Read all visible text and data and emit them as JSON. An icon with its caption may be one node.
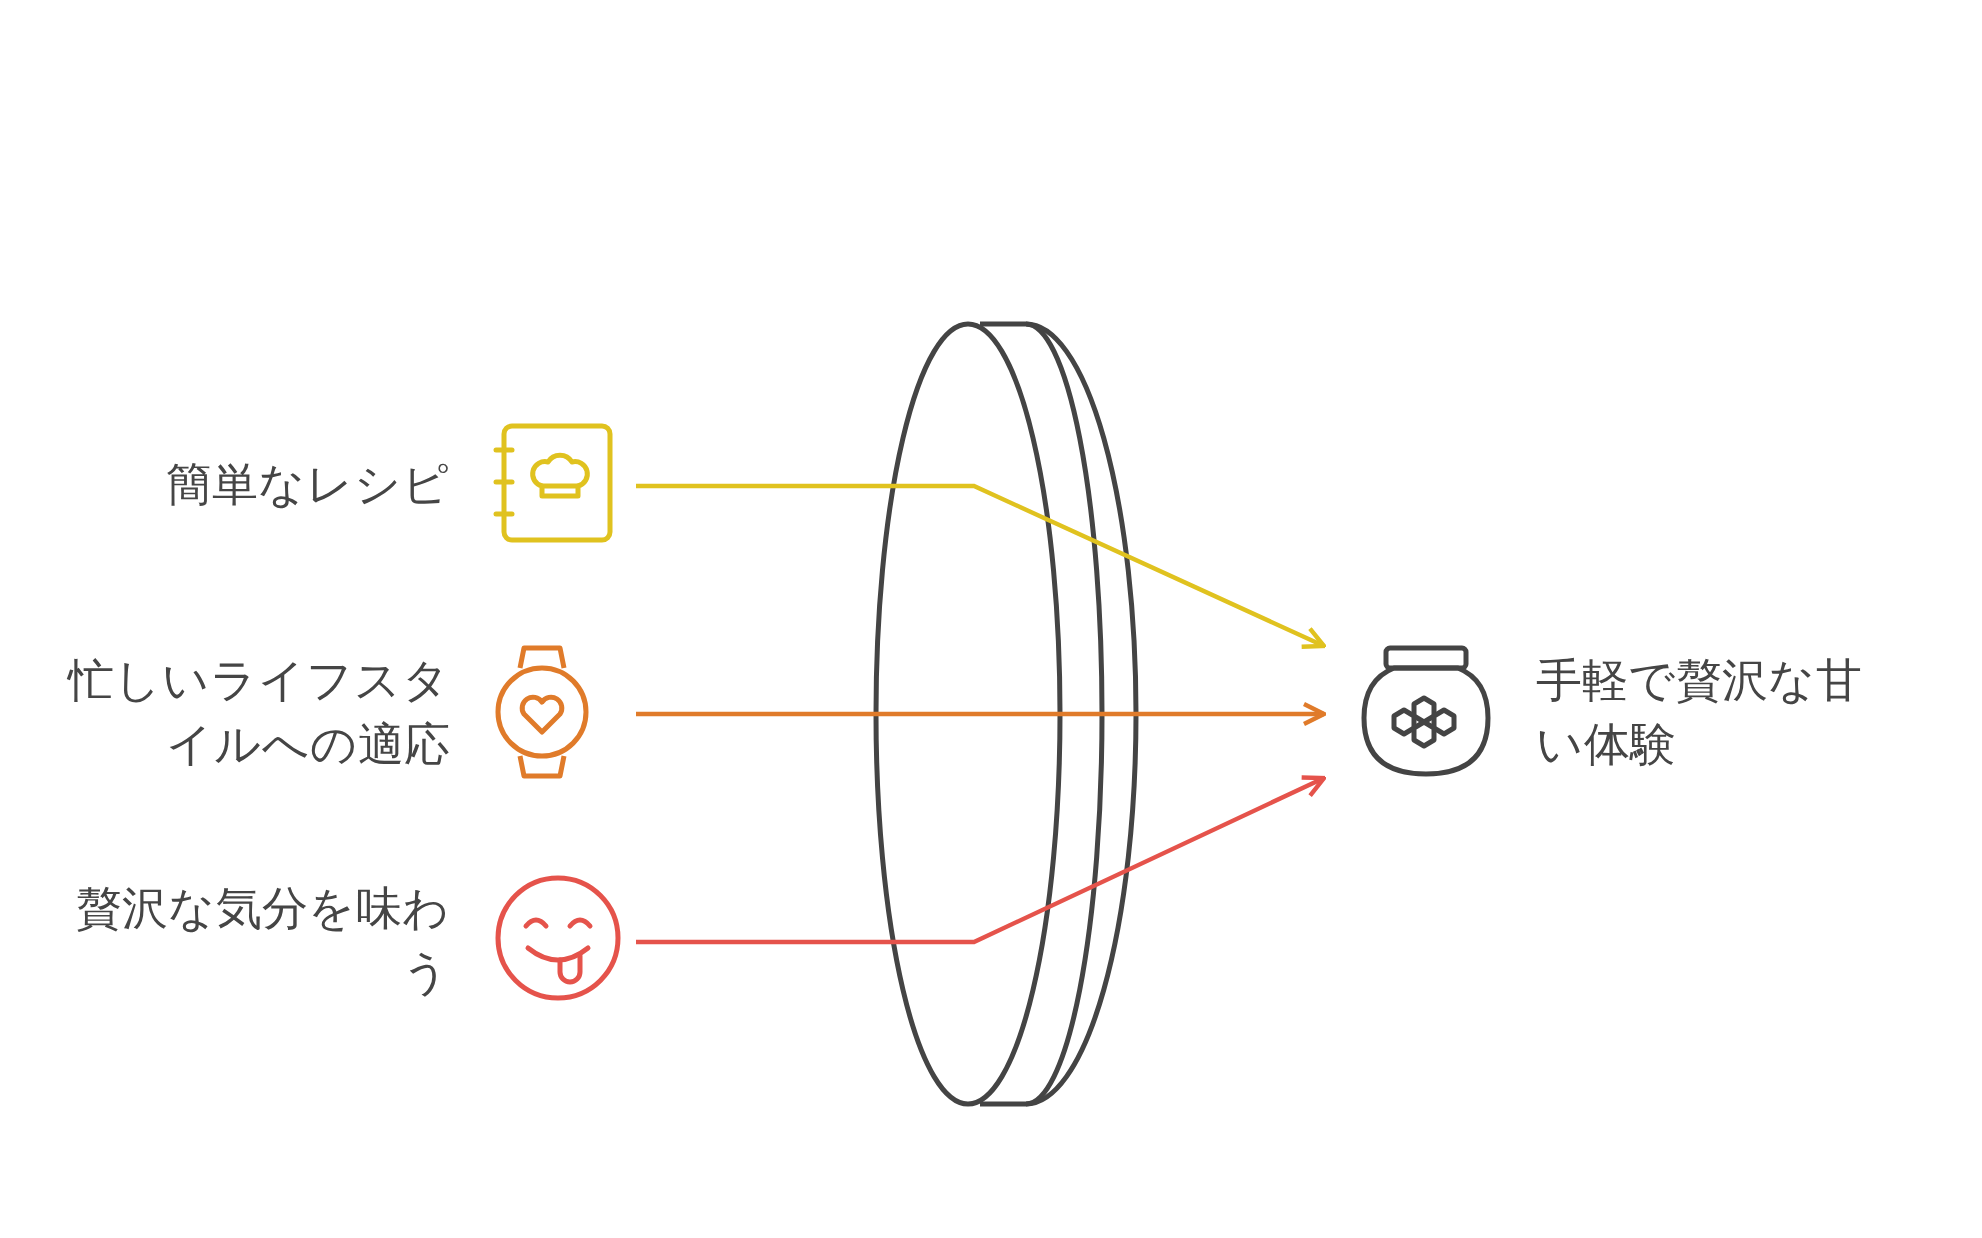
{
  "diagram": {
    "nodes": [
      {
        "text": [
          "簡単なレシピ"
        ]
      },
      {
        "text": [
          "忙しいライフスタイルへの適応"
        ]
      },
      {
        "text": [
          "贅沢な気分を味わう"
        ]
      },
      {
        "text": [
          "手軽で贅沢な甘い体験"
        ]
      }
    ],
    "edges": [
      {
        "from": 0,
        "to": 3,
        "arrow": "to",
        "color": "#e0c21f"
      },
      {
        "from": 1,
        "to": 3,
        "arrow": "to",
        "color": "#e07b2a"
      },
      {
        "from": 2,
        "to": 3,
        "arrow": "to",
        "color": "#e5534b"
      }
    ]
  }
}
